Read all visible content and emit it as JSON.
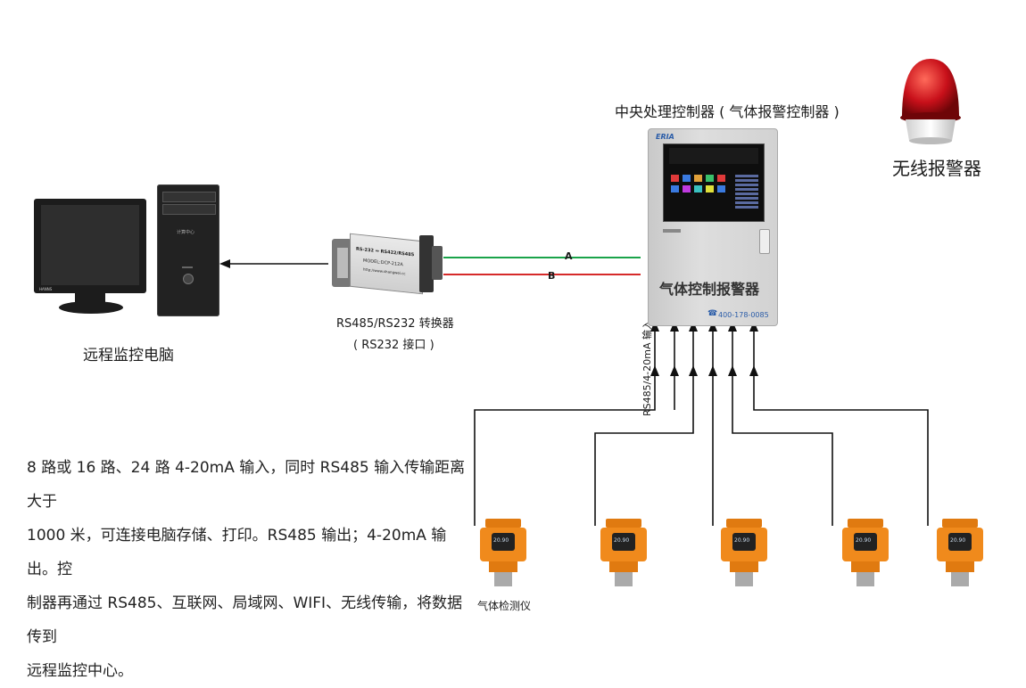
{
  "computer": {
    "label": "远程监控电脑",
    "tower_text": "计算中心"
  },
  "converter": {
    "label_line1": "RS485/RS232  转换器",
    "label_line2": "( RS232 接口 )",
    "body_text": "RS-232 ⇔ RS422/RS485",
    "model_text": "MODEL:DCP-212A",
    "url_text": "http://www.shangwei.cc"
  },
  "lines": {
    "a_label": "A",
    "b_label": "B",
    "input_label": "RS485/4-20mA 输入"
  },
  "controller": {
    "title": "中央处理控制器 ( 气体报警控制器 )",
    "brand": "ERIA",
    "panel_text": "气体控制报警器",
    "phone": "400-178-0085"
  },
  "alarm": {
    "label": "无线报警器"
  },
  "detectors": {
    "label": "气体检测仪",
    "count": 5,
    "display_text": "20.90"
  },
  "description": {
    "lines": [
      "8 路或 16 路、24 路 4-20mA 输入，同时 RS485 输入传输距离大于",
      "1000 米，可连接电脑存储、打印。RS485 输出；4-20mA 输出。控",
      "制器再通过 RS485、互联网、局域网、WIFI、无线传输，将数据传到",
      "远程监控中心。"
    ]
  },
  "colors": {
    "line_a": "#1aa34a",
    "line_b": "#d62a2a",
    "detector_body": "#f08a1c",
    "alarm_red": "#c8101a"
  }
}
